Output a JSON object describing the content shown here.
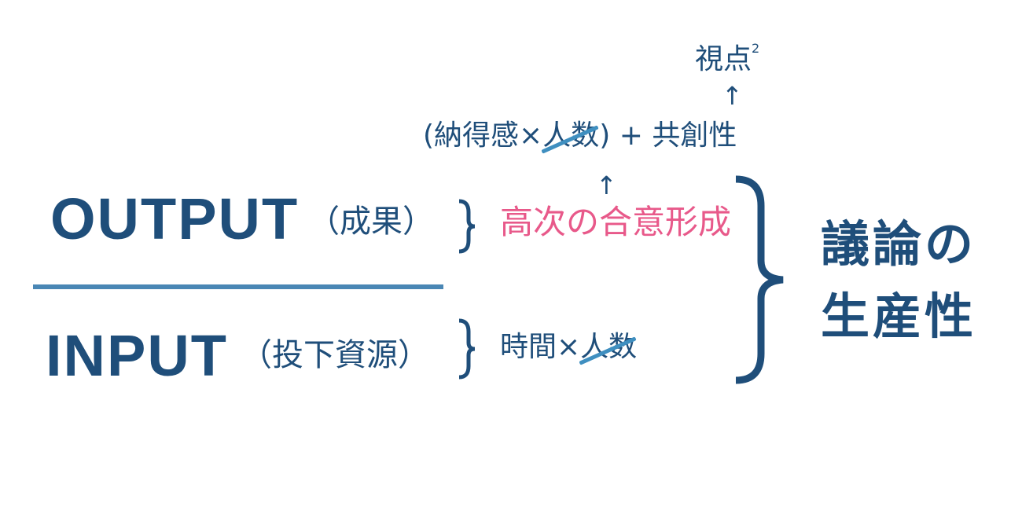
{
  "output": {
    "label": "OUTPUT",
    "note": "（成果）",
    "detail": "高次の合意形成"
  },
  "input": {
    "label": "INPUT",
    "note": "（投下資源）",
    "detail_a": "時間×",
    "detail_struck": "人数"
  },
  "formula": {
    "open": "(納得感×",
    "struck": "人数",
    "close": ") + 共創性"
  },
  "viewpoint": {
    "text": "視点",
    "exponent": "2"
  },
  "arrows": {
    "up": "↑"
  },
  "result": {
    "line1": "議論の",
    "line2": "生産性"
  },
  "colors": {
    "primary": "#1f4e7a",
    "accent": "#e8598a",
    "strike": "#3f8fc0"
  }
}
